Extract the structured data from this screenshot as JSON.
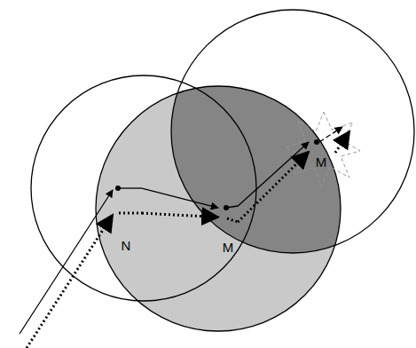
{
  "diagram": {
    "nodes": [
      {
        "text": [
          "N"
        ]
      },
      {
        "text": [
          "M"
        ]
      },
      {
        "text": [
          "M"
        ]
      }
    ],
    "edges": [
      {
        "from": 0,
        "to": 1,
        "arrow": "to"
      },
      {
        "from": 0,
        "to": 1,
        "arrow": "to"
      },
      {
        "from": 1,
        "to": 2,
        "arrow": "to"
      },
      {
        "from": 1,
        "to": 2,
        "arrow": "to"
      }
    ]
  }
}
